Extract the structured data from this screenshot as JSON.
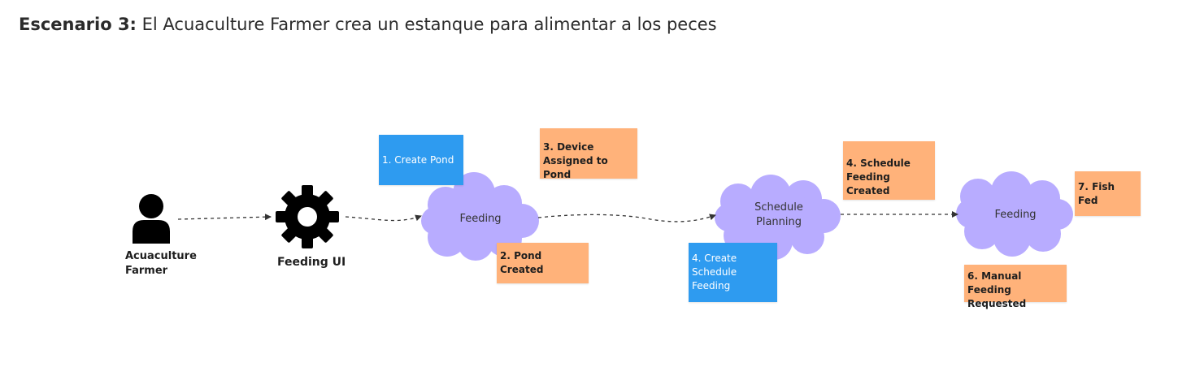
{
  "title": {
    "bold": "Escenario 3:",
    "text": " El Acuaculture Farmer crea un estanque para alimentar a los peces"
  },
  "colors": {
    "event": "#ffb27a",
    "command": "#2e9bf0",
    "cloud": "#b8acff",
    "icon": "#000000",
    "arrow": "#333333"
  },
  "actor": {
    "icon": "person-icon",
    "label_line1": "Acuaculture",
    "label_line2": "Farmer"
  },
  "system": {
    "icon": "gear-icon",
    "label": "Feeding UI"
  },
  "clouds": {
    "feeding_1": "Feeding",
    "schedule_line1": "Schedule",
    "schedule_line2": "Planning",
    "feeding_2": "Feeding"
  },
  "stickies": {
    "create_pond": "1. Create Pond",
    "pond_created": "2. Pond Created",
    "device_assigned_line1": "3. Device",
    "device_assigned_line2": "Assigned to Pond",
    "create_schedule_line1": "4. Create",
    "create_schedule_line2": "Schedule",
    "create_schedule_line3": "Feeding",
    "schedule_created_line1": "4. Schedule",
    "schedule_created_line2": "Feeding Created",
    "manual_feeding_line1": "6. Manual Feeding",
    "manual_feeding_line2": "Requested",
    "fish_fed": "7. Fish Fed"
  }
}
